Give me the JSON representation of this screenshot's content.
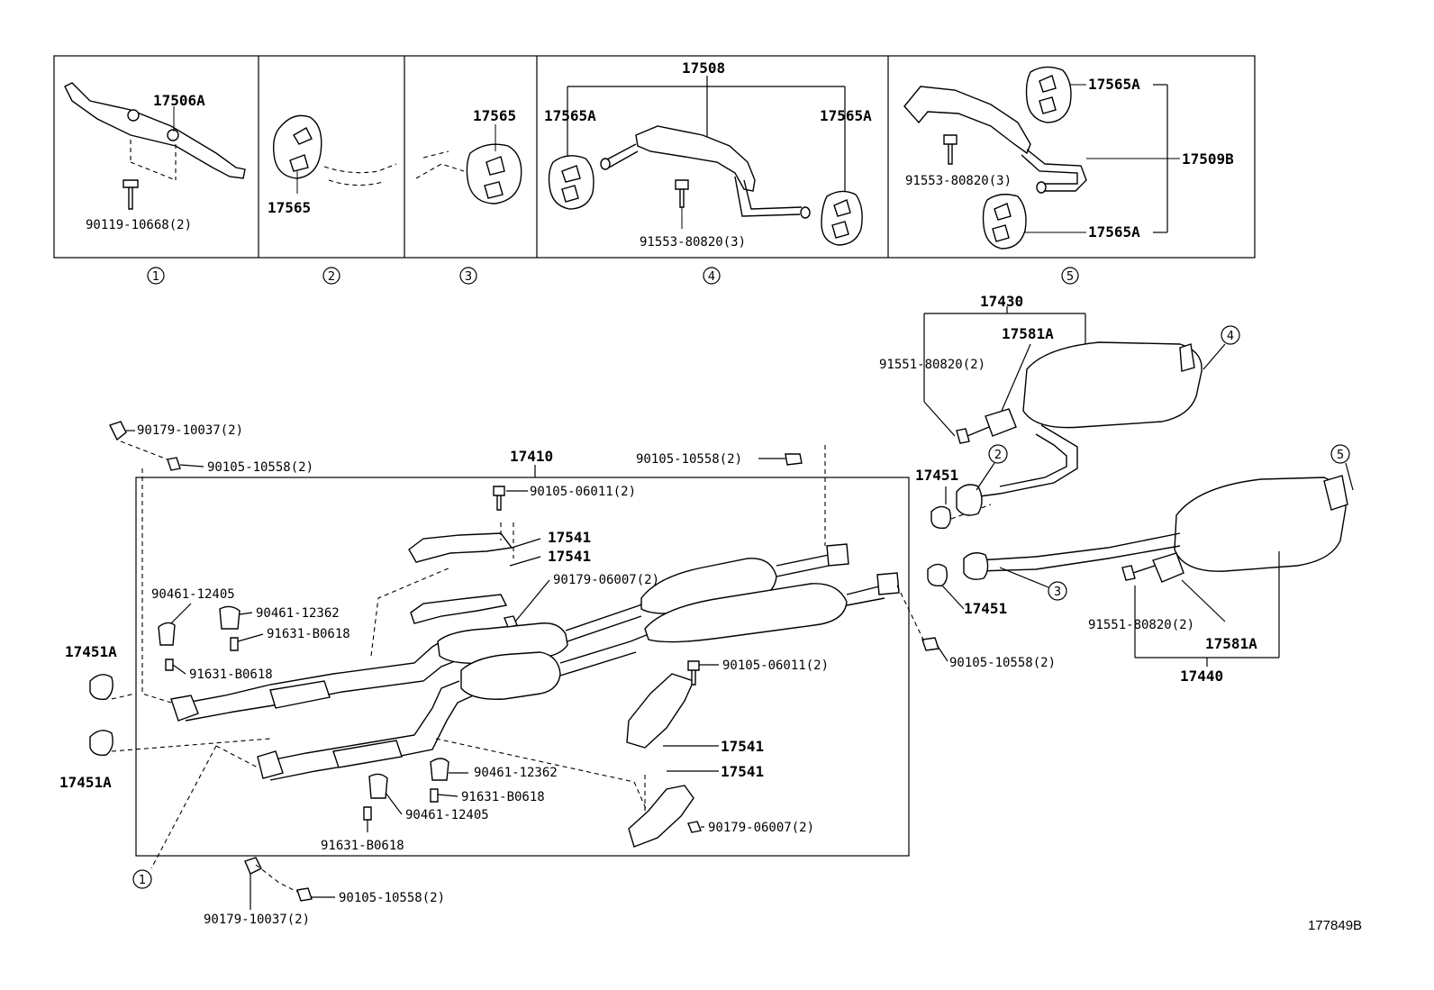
{
  "reference_code": "177849B",
  "panels": [
    {
      "number": "1",
      "labels": [
        "17506A",
        "90119-10668(2)"
      ]
    },
    {
      "number": "2",
      "labels": [
        "17565"
      ]
    },
    {
      "number": "3",
      "labels": [
        "17565"
      ]
    },
    {
      "number": "4",
      "labels": [
        "17508",
        "17565A",
        "17565A",
        "91553-80820(3)"
      ]
    },
    {
      "number": "5",
      "labels": [
        "17565A",
        "17509B",
        "91553-80820(3)",
        "17565A"
      ]
    }
  ],
  "main_assembly": "17410",
  "callouts": {
    "bolt_top_left": "90179-10037(2)",
    "nut_top_left": "90105-10558(2)",
    "nut_top_mid": "90105-10558(2)",
    "bolt_heat_top": "90105-06011(2)",
    "heat_ins_1": "17541",
    "heat_ins_2": "17541",
    "nut_heat_top": "90179-06007(2)",
    "clamp_a": "90461-12405",
    "clamp_b": "90461-12362",
    "screw_a": "91631-B0618",
    "screw_b": "91631-B0618",
    "gasket_left_top": "17451A",
    "gasket_left_bottom": "17451A",
    "gasket_mid_top": "17451",
    "gasket_mid_bottom": "17451",
    "nut_right": "90105-10558(2)",
    "bolt_heat_bottom": "90105-06011(2)",
    "heat_ins_3": "17541",
    "heat_ins_4": "17541",
    "nut_heat_bottom": "90179-06007(2)",
    "clamp_c": "90461-12362",
    "screw_c": "91631-B0618",
    "clamp_d": "90461-12405",
    "screw_d": "91631-B0618",
    "bolt_bottom": "90179-10037(2)",
    "nut_bottom": "90105-10558(2)",
    "muffler_top_assy": "17430",
    "muffler_top_damper": "17581A",
    "muffler_top_bolt": "91551-80820(2)",
    "muffler_bottom_assy": "17440",
    "muffler_bottom_damper": "17581A",
    "muffler_bottom_bolt": "91551-80820(2)"
  },
  "circle_refs": {
    "muffler_top_hanger": "4",
    "muffler_top_pipe": "2",
    "muffler_bottom_hanger": "5",
    "muffler_bottom_pipe": "3",
    "front_hanger": "1"
  }
}
